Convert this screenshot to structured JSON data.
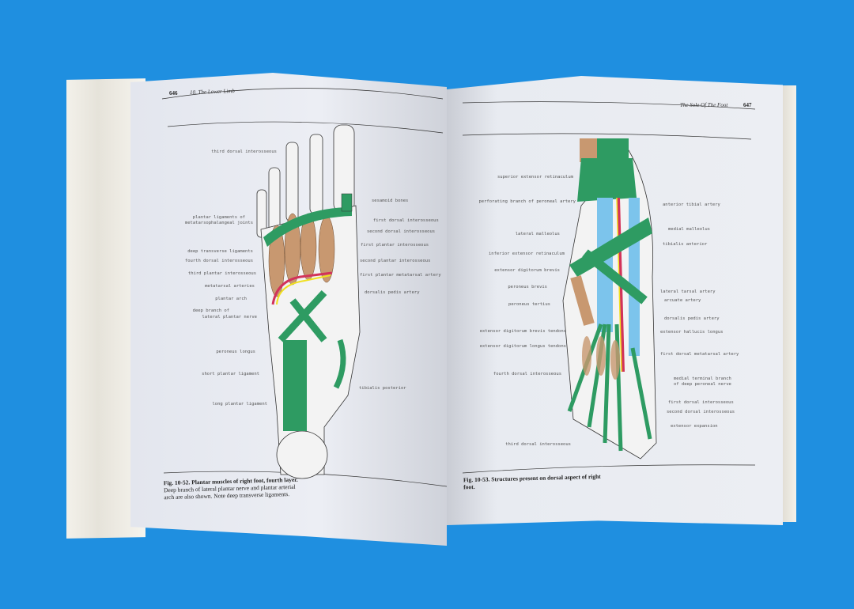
{
  "background_color": "#1f8fe0",
  "left_page": {
    "page_number": "646",
    "running_head": "10. The Lower Limb",
    "caption_label": "Fig. 10-52. Plantar muscles of right foot, fourth layer.",
    "caption_text": "Deep branch of lateral plantar nerve and plantar arterial arch are also shown. Note deep transverse ligaments.",
    "labels_left": [
      "third dorsal interosseous",
      "plantar ligaments of",
      "metatarsophalangeal joints",
      "deep transverse ligaments",
      "fourth dorsal interosseous",
      "third plantar interosseous",
      "metatarsal arteries",
      "plantar arch",
      "deep branch of",
      "lateral plantar nerve",
      "peroneus longus",
      "short plantar ligament",
      "long plantar ligament"
    ],
    "labels_right": [
      "sesamoid bones",
      "first dorsal interosseous",
      "second dorsal interosseous",
      "first plantar interosseous",
      "second plantar interosseous",
      "first plantar metatarsal artery",
      "dorsalis pedis artery",
      "tibialis posterior"
    ]
  },
  "right_page": {
    "page_number": "647",
    "running_head": "The Sole Of The Foot",
    "caption_label": "Fig. 10-53.",
    "caption_text": "Structures present on dorsal aspect of right foot.",
    "labels_left": [
      "superior extensor retinaculum",
      "perforating branch of peroneal artery",
      "lateral malleolus",
      "inferior extensor retinaculum",
      "extensor digitorum brevis",
      "peroneus brevis",
      "peroneus tertius",
      "extensor digitorum brevis tendons",
      "extensor digitorum longus tendons",
      "fourth dorsal interosseous",
      "third dorsal interosseous"
    ],
    "labels_right": [
      "anterior tibial artery",
      "medial malleolus",
      "tibialis anterior",
      "lateral tarsal artery",
      "arcuate artery",
      "dorsalis pedis artery",
      "extensor hallucis longus",
      "first dorsal metatarsal artery",
      "medial terminal branch",
      "of deep peroneal nerve",
      "first dorsal interosseous",
      "second dorsal interosseous",
      "extensor expansion"
    ]
  },
  "colors": {
    "muscle_green": "#2e9b62",
    "tendon_blue": "#7cc4ec",
    "muscle_tan": "#c89870",
    "artery_red": "#d2335a",
    "nerve_yellow": "#f0e020"
  }
}
